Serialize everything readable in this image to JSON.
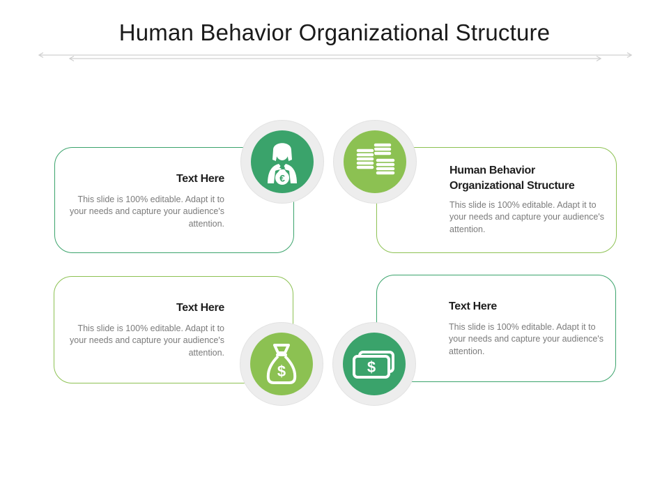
{
  "title": "Human Behavior Organizational Structure",
  "colors": {
    "dark_green": "#3aa36b",
    "light_green": "#8cc152",
    "ring_gray": "#ededed"
  },
  "cards": [
    {
      "heading": "Text Here",
      "body": "This slide is 100% editable. Adapt it to your needs and capture your audience's attention.",
      "icon": "woman-euro-bag-icon"
    },
    {
      "heading": "Human Behavior Organizational Structure",
      "body": "This slide is 100% editable. Adapt it to your needs and capture your audience's attention.",
      "icon": "coin-stacks-icon"
    },
    {
      "heading": "Text Here",
      "body": "This slide is 100% editable. Adapt it to your needs and capture your audience's attention.",
      "icon": "money-bag-dollar-icon"
    },
    {
      "heading": "Text Here",
      "body": "This slide is 100% editable. Adapt it to your needs and capture your audience's attention.",
      "icon": "cash-banknotes-icon"
    }
  ]
}
